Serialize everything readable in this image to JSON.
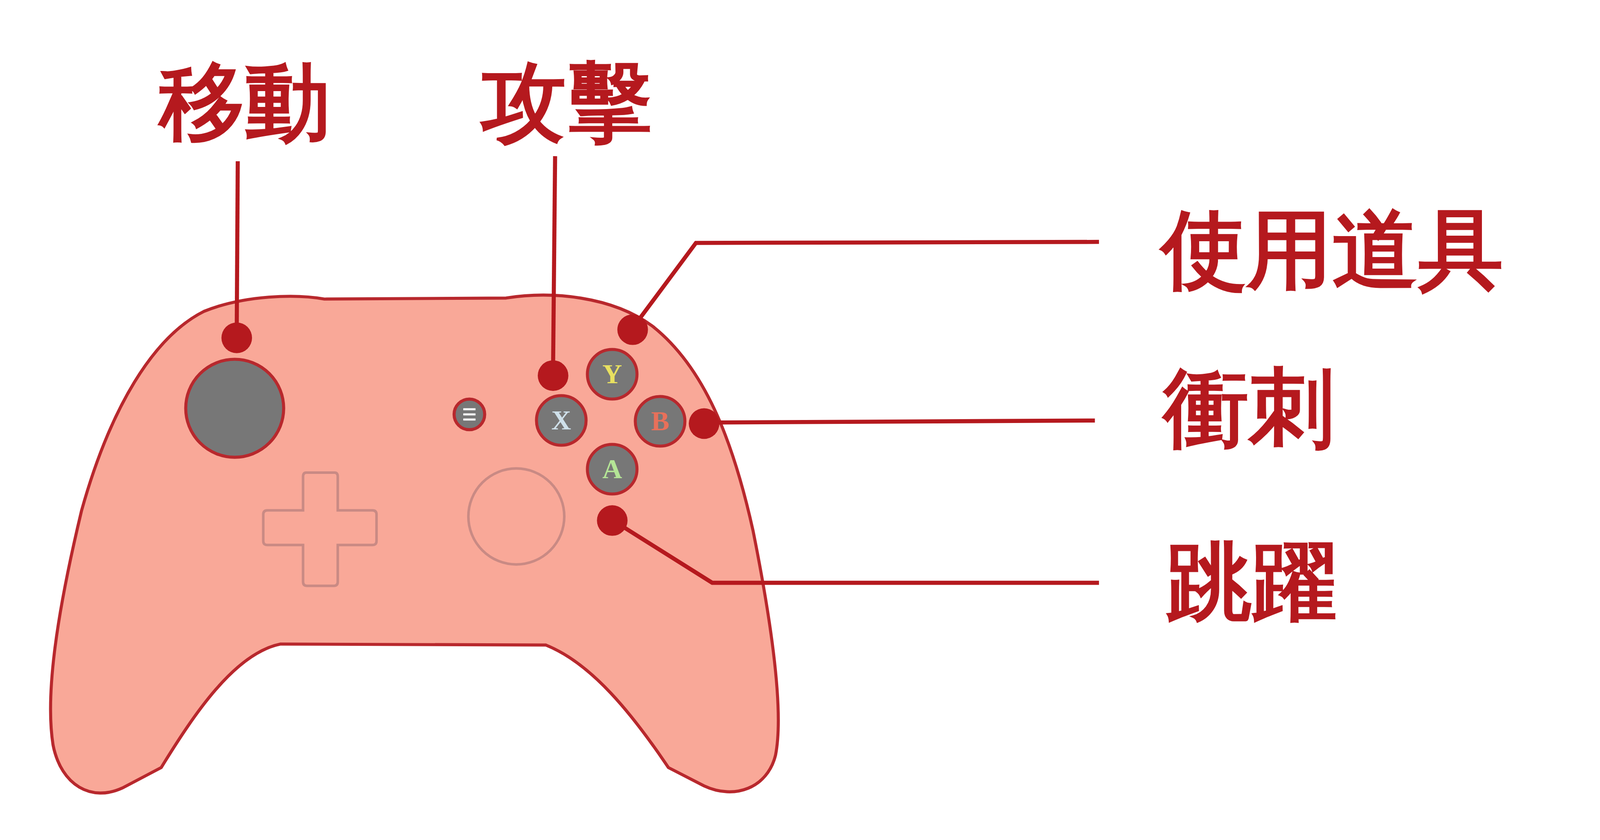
{
  "diagram": {
    "nodes": [
      {
        "text": [
          "Y"
        ]
      },
      {
        "text": [
          "X"
        ]
      },
      {
        "text": [
          "B"
        ]
      },
      {
        "text": [
          "A"
        ]
      }
    ],
    "labels": [
      "移動",
      "攻擊",
      "使用道具",
      "衝刺",
      "跳躍"
    ]
  }
}
